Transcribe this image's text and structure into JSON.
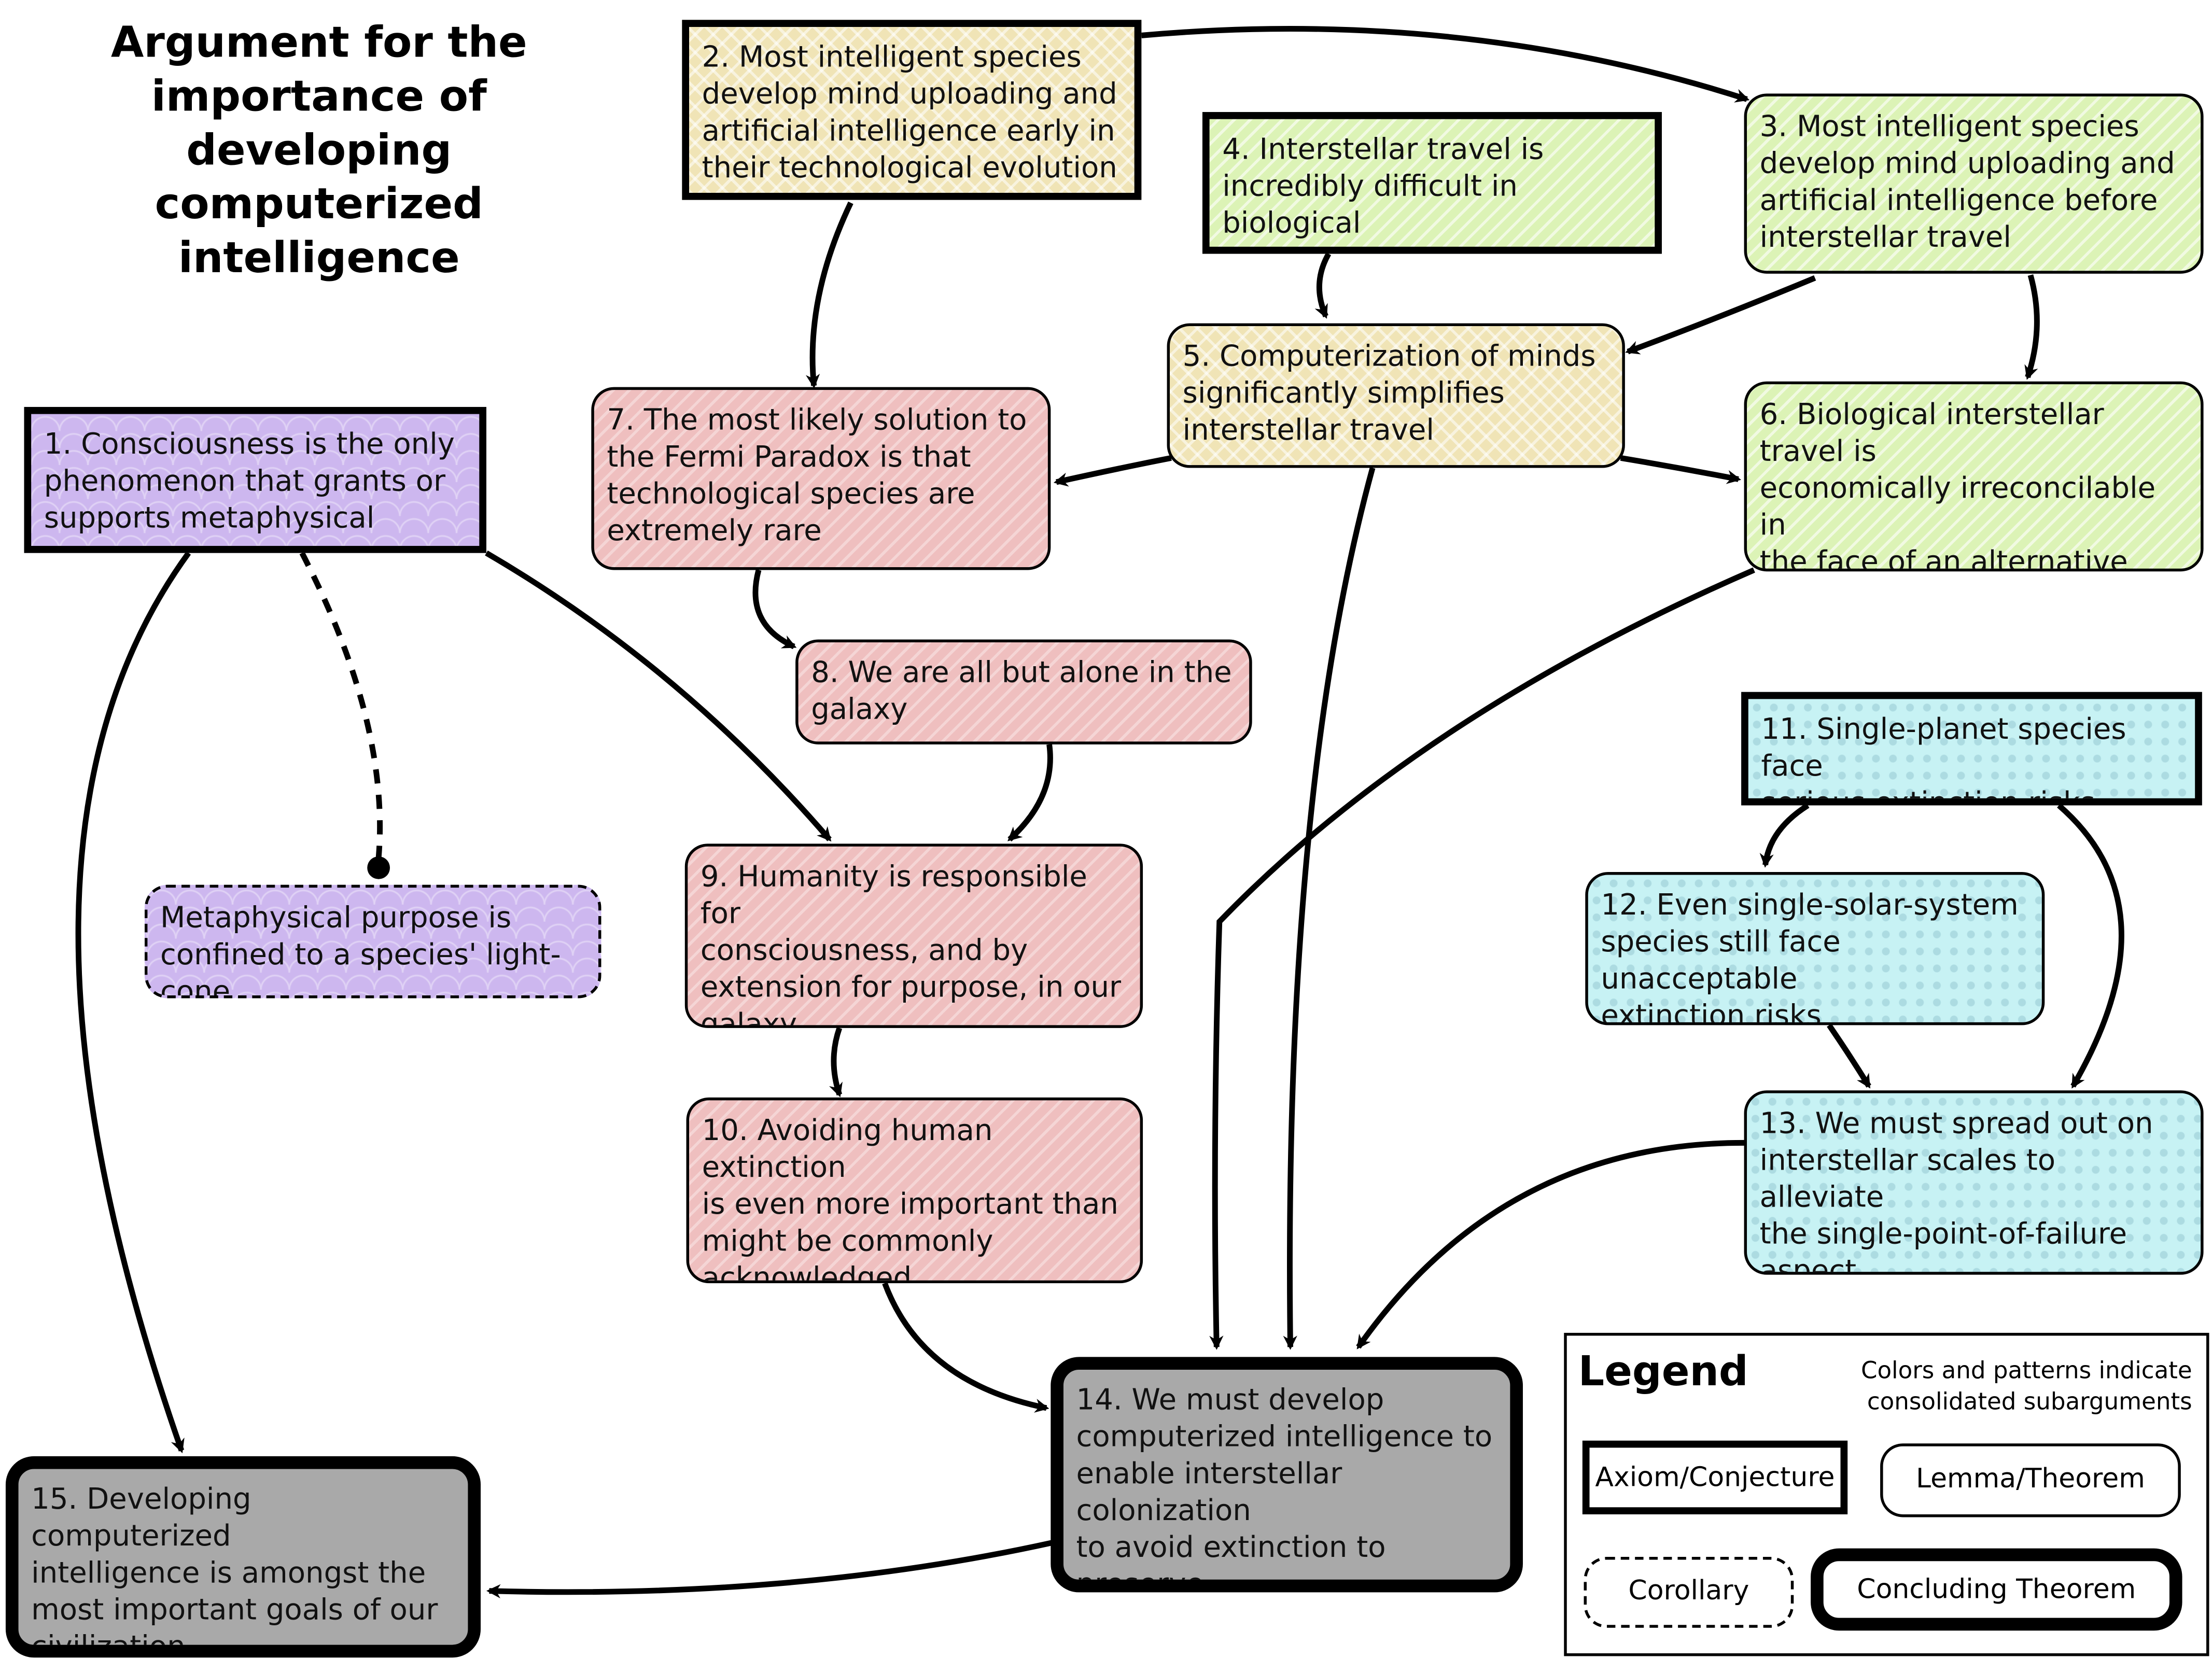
{
  "title": "Argument for the\nimportance of developing\ncomputerized intelligence",
  "nodes": {
    "n1": "1. Consciousness is the only\nphenomenon that grants or\nsupports metaphysical purpose",
    "n1c": "Metaphysical purpose is\nconfined to a species' light-cone",
    "n2": "2. Most intelligent species\ndevelop mind uploading and\nartificial intelligence early in\ntheir technological evolution",
    "n3": "3. Most intelligent species\ndevelop mind uploading and\nartificial intelligence before\ninterstellar travel",
    "n4": "4. Interstellar travel is\nincredibly difficult in biological\nform",
    "n5": "5. Computerization of minds\nsignificantly simplifies\ninterstellar travel",
    "n6": "6. Biological interstellar travel is\neconomically irreconcilable in\nthe face of an alternative\ncomputerized option",
    "n7": "7. The most likely solution to\nthe Fermi Paradox is that\ntechnological species are\nextremely rare",
    "n8": "8. We are all but alone in the\ngalaxy",
    "n9": "9. Humanity is responsible for\nconsciousness, and by\nextension for purpose, in our\ngalaxy",
    "n10": "10. Avoiding human extinction\nis even more important than\nmight be commonly\nacknowledged",
    "n11": "11. Single-planet species face\nserious extinction risks",
    "n12": "12. Even single-solar-system\nspecies still face unacceptable\nextinction risks",
    "n13": "13. We must spread out on\ninterstellar scales to alleviate\nthe single-point-of-failure aspect\nof extinction risks",
    "n14": "14. We must develop\ncomputerized intelligence to\nenable interstellar colonization\nto avoid extinction to preserve\nmetaphysical purpose",
    "n15": "15. Developing computerized\nintelligence is amongst the\nmost important goals of our\ncivilization"
  },
  "legend": {
    "title": "Legend",
    "note": "Colors and patterns indicate\nconsolidated subarguments",
    "axiom": "Axiom/Conjecture",
    "lemma": "Lemma/Theorem",
    "corollary": "Corollary",
    "concluding": "Concluding Theorem"
  },
  "colors": {
    "purple": "#cdb7ef",
    "tan": "#f0e4b6",
    "green": "#dcf3b6",
    "pink": "#efbfbf",
    "cyan": "#c7f2f4",
    "grey": "#a9a9a9"
  }
}
